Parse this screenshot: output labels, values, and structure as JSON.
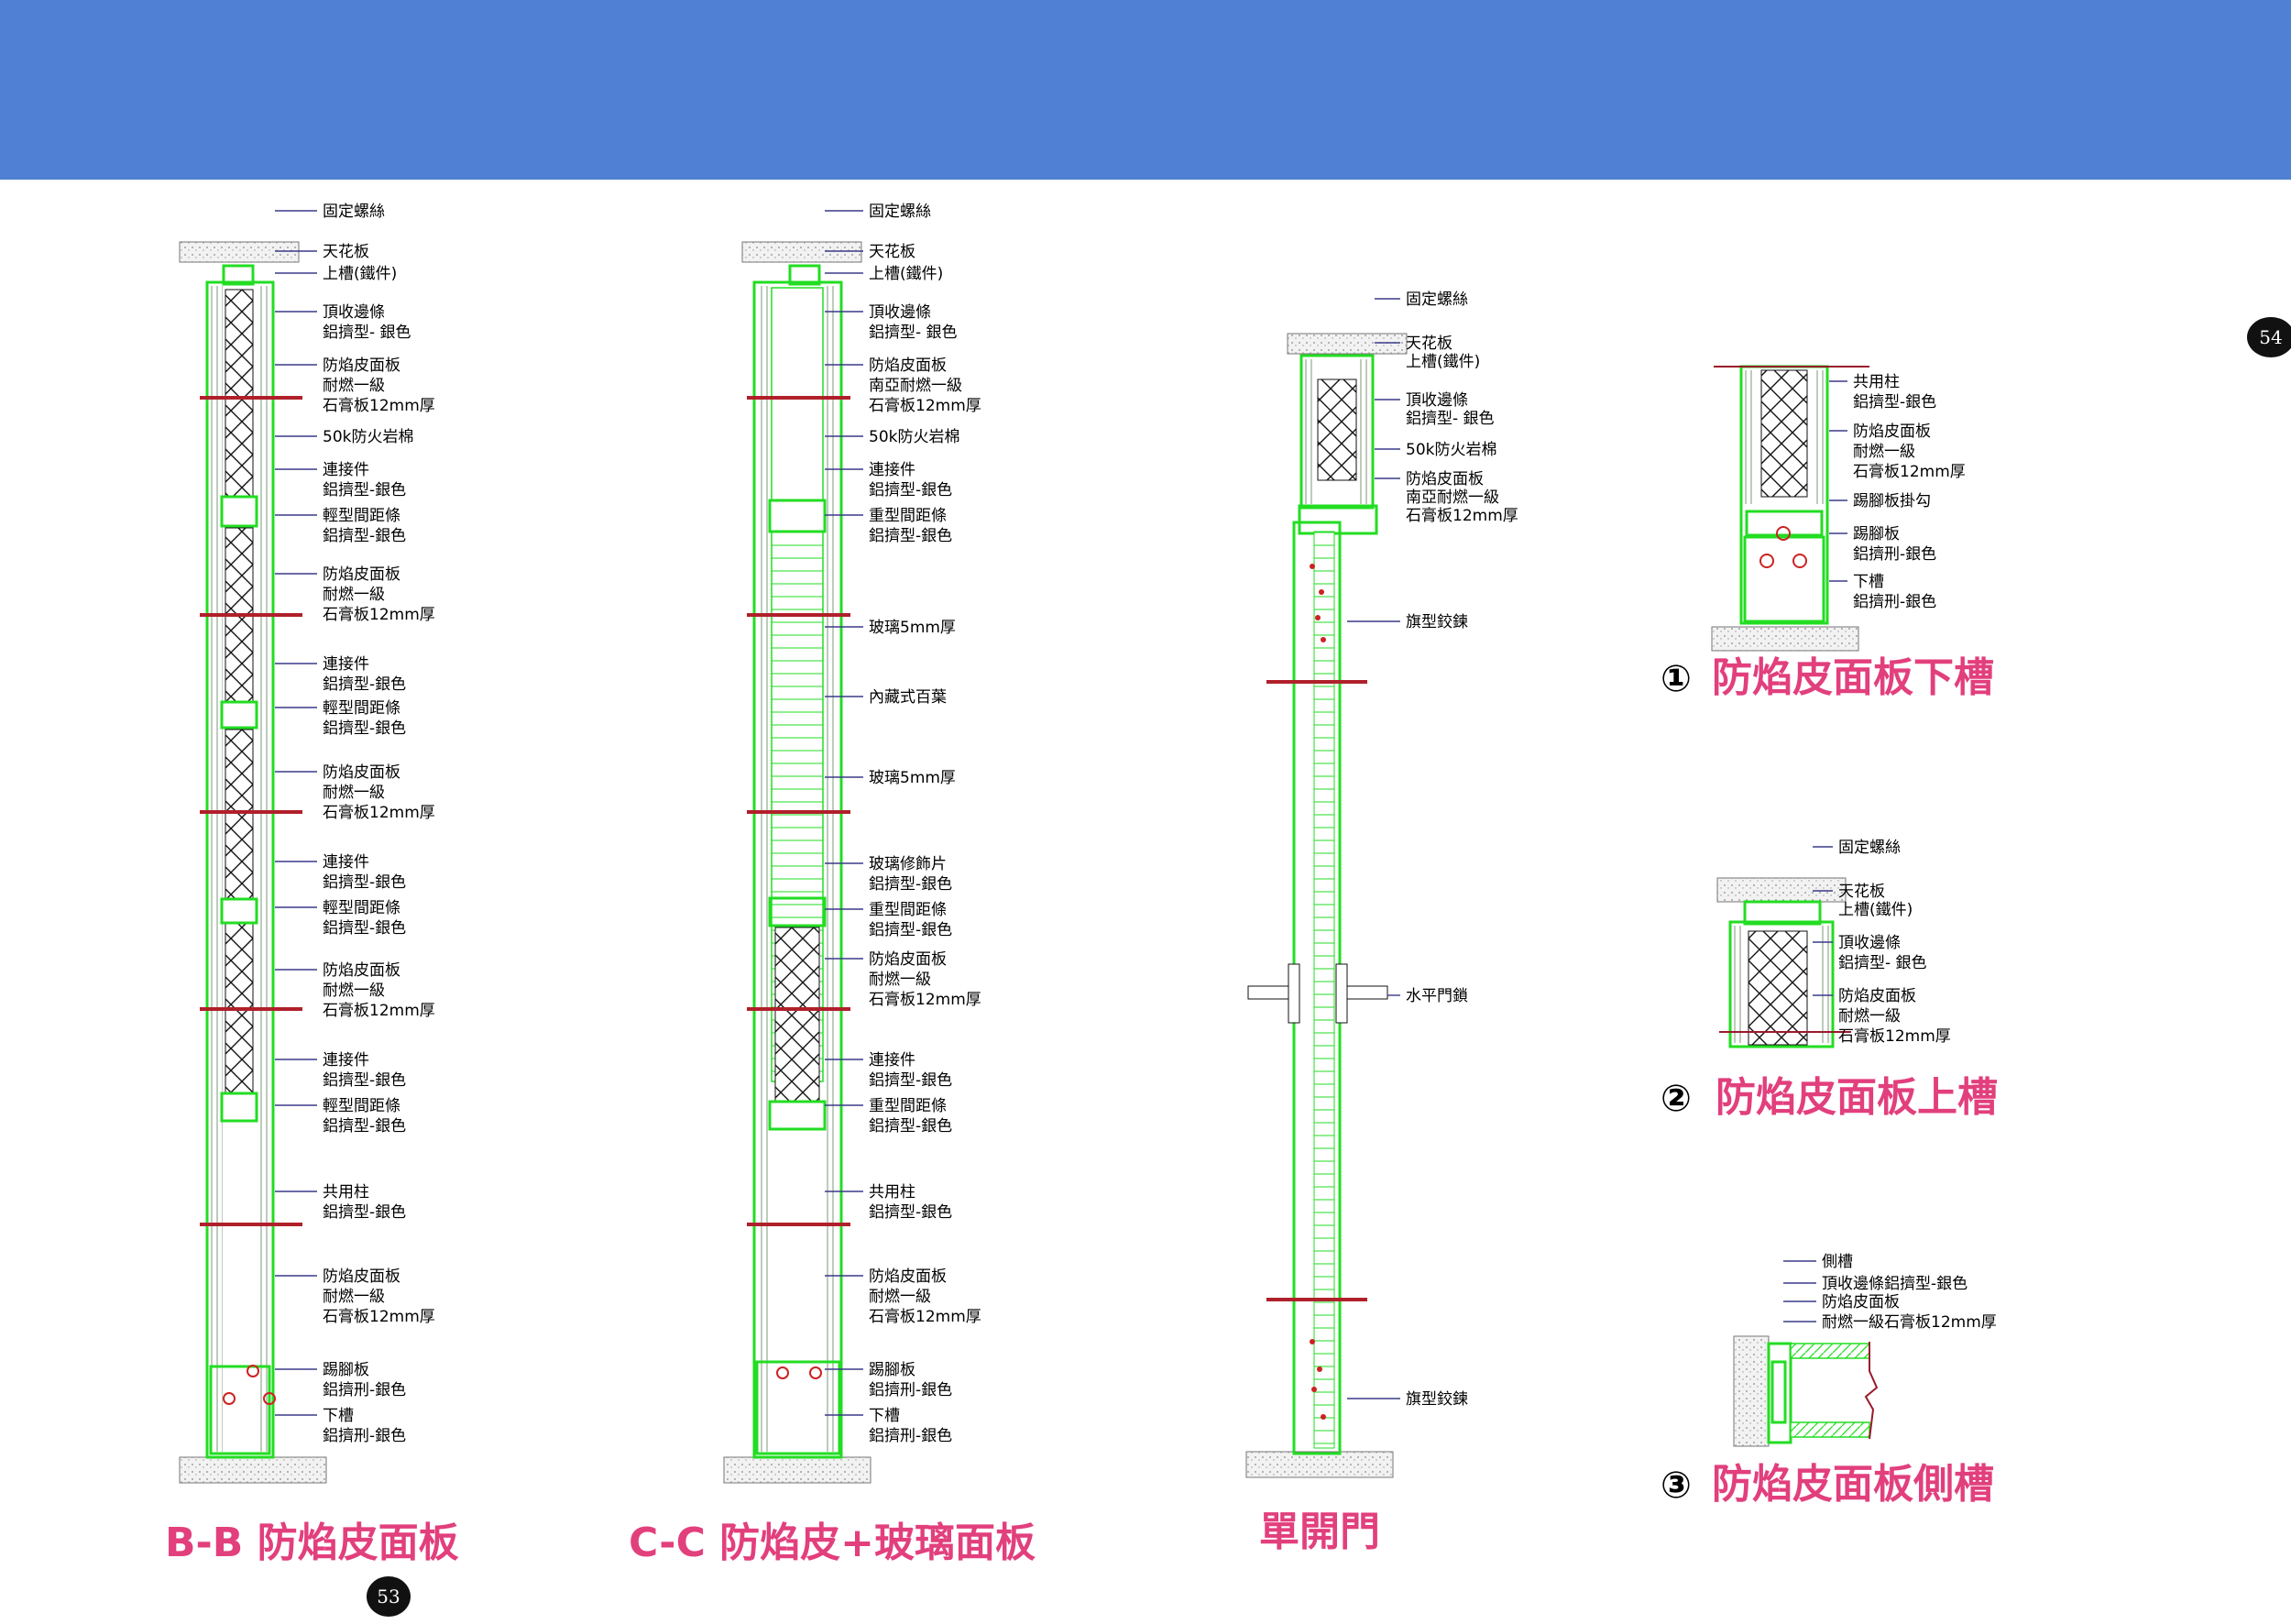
{
  "header_band_color": "#4f80d3",
  "title_color": "#e23f7d",
  "frame_color": "#22dd22",
  "page_left": "53",
  "page_right": "54",
  "bb": {
    "title": "B-B 防焰皮面板",
    "labels": [
      "固定螺絲",
      "天花板",
      "上槽(鐵件)",
      "頂收邊條",
      "鋁擠型- 銀色",
      "防焰皮面板",
      "耐燃一級",
      "石膏板12mm厚",
      "50k防火岩棉",
      "連接件",
      "鋁擠型-銀色",
      "輕型間距條",
      "鋁擠型-銀色",
      "防焰皮面板",
      "耐燃一級",
      "石膏板12mm厚",
      "連接件",
      "鋁擠型-銀色",
      "輕型間距條",
      "鋁擠型-銀色",
      "防焰皮面板",
      "耐燃一級",
      "石膏板12mm厚",
      "連接件",
      "鋁擠型-銀色",
      "輕型間距條",
      "鋁擠型-銀色",
      "防焰皮面板",
      "耐燃一級",
      "石膏板12mm厚",
      "連接件",
      "鋁擠型-銀色",
      "輕型間距條",
      "鋁擠型-銀色",
      "共用柱",
      "鋁擠型-銀色",
      "防焰皮面板",
      "耐燃一級",
      "石膏板12mm厚",
      "踢腳板",
      "鋁擠刑-銀色",
      "下槽",
      "鋁擠刑-銀色"
    ]
  },
  "cc": {
    "title": "C-C 防焰皮+玻璃面板",
    "labels": [
      "固定螺絲",
      "天花板",
      "上槽(鐵件)",
      "頂收邊條",
      "鋁擠型- 銀色",
      "防焰皮面板",
      "南亞耐燃一級",
      "石膏板12mm厚",
      "50k防火岩棉",
      "連接件",
      "鋁擠型-銀色",
      "重型間距條",
      "鋁擠型-銀色",
      "玻璃5mm厚",
      "內藏式百葉",
      "玻璃5mm厚",
      "玻璃修飾片",
      "鋁擠型-銀色",
      "重型間距條",
      "鋁擠型-銀色",
      "防焰皮面板",
      "耐燃一級",
      "石膏板12mm厚",
      "連接件",
      "鋁擠型-銀色",
      "重型間距條",
      "鋁擠型-銀色",
      "共用柱",
      "鋁擠型-銀色",
      "防焰皮面板",
      "耐燃一級",
      "石膏板12mm厚",
      "踢腳板",
      "鋁擠刑-銀色",
      "下槽",
      "鋁擠刑-銀色"
    ]
  },
  "door": {
    "title": "單開門",
    "labels": [
      "固定螺絲",
      "天花板",
      "上槽(鐵件)",
      "頂收邊條",
      "鋁擠型- 銀色",
      "50k防火岩棉",
      "防焰皮面板",
      "南亞耐燃一級",
      "石膏板12mm厚",
      "旗型鉸鍊",
      "水平門鎖",
      "旗型鉸鍊"
    ]
  },
  "d1": {
    "num": "①",
    "title": "防焰皮面板下槽",
    "labels": [
      "共用柱",
      "鋁擠型-銀色",
      "防焰皮面板",
      "耐燃一級",
      "石膏板12mm厚",
      "踢腳板掛勾",
      "踢腳板",
      "鋁擠刑-銀色",
      "下槽",
      "鋁擠刑-銀色"
    ]
  },
  "d2": {
    "num": "②",
    "title": "防焰皮面板上槽",
    "labels": [
      "固定螺絲",
      "天花板",
      "上槽(鐵件)",
      "頂收邊條",
      "鋁擠型- 銀色",
      "防焰皮面板",
      "耐燃一級",
      "石膏板12mm厚"
    ]
  },
  "d3": {
    "num": "③",
    "title": "防焰皮面板側槽",
    "labels": [
      "側槽",
      "頂收邊條鋁擠型-銀色",
      "防焰皮面板",
      "耐燃一級石膏板12mm厚"
    ]
  }
}
